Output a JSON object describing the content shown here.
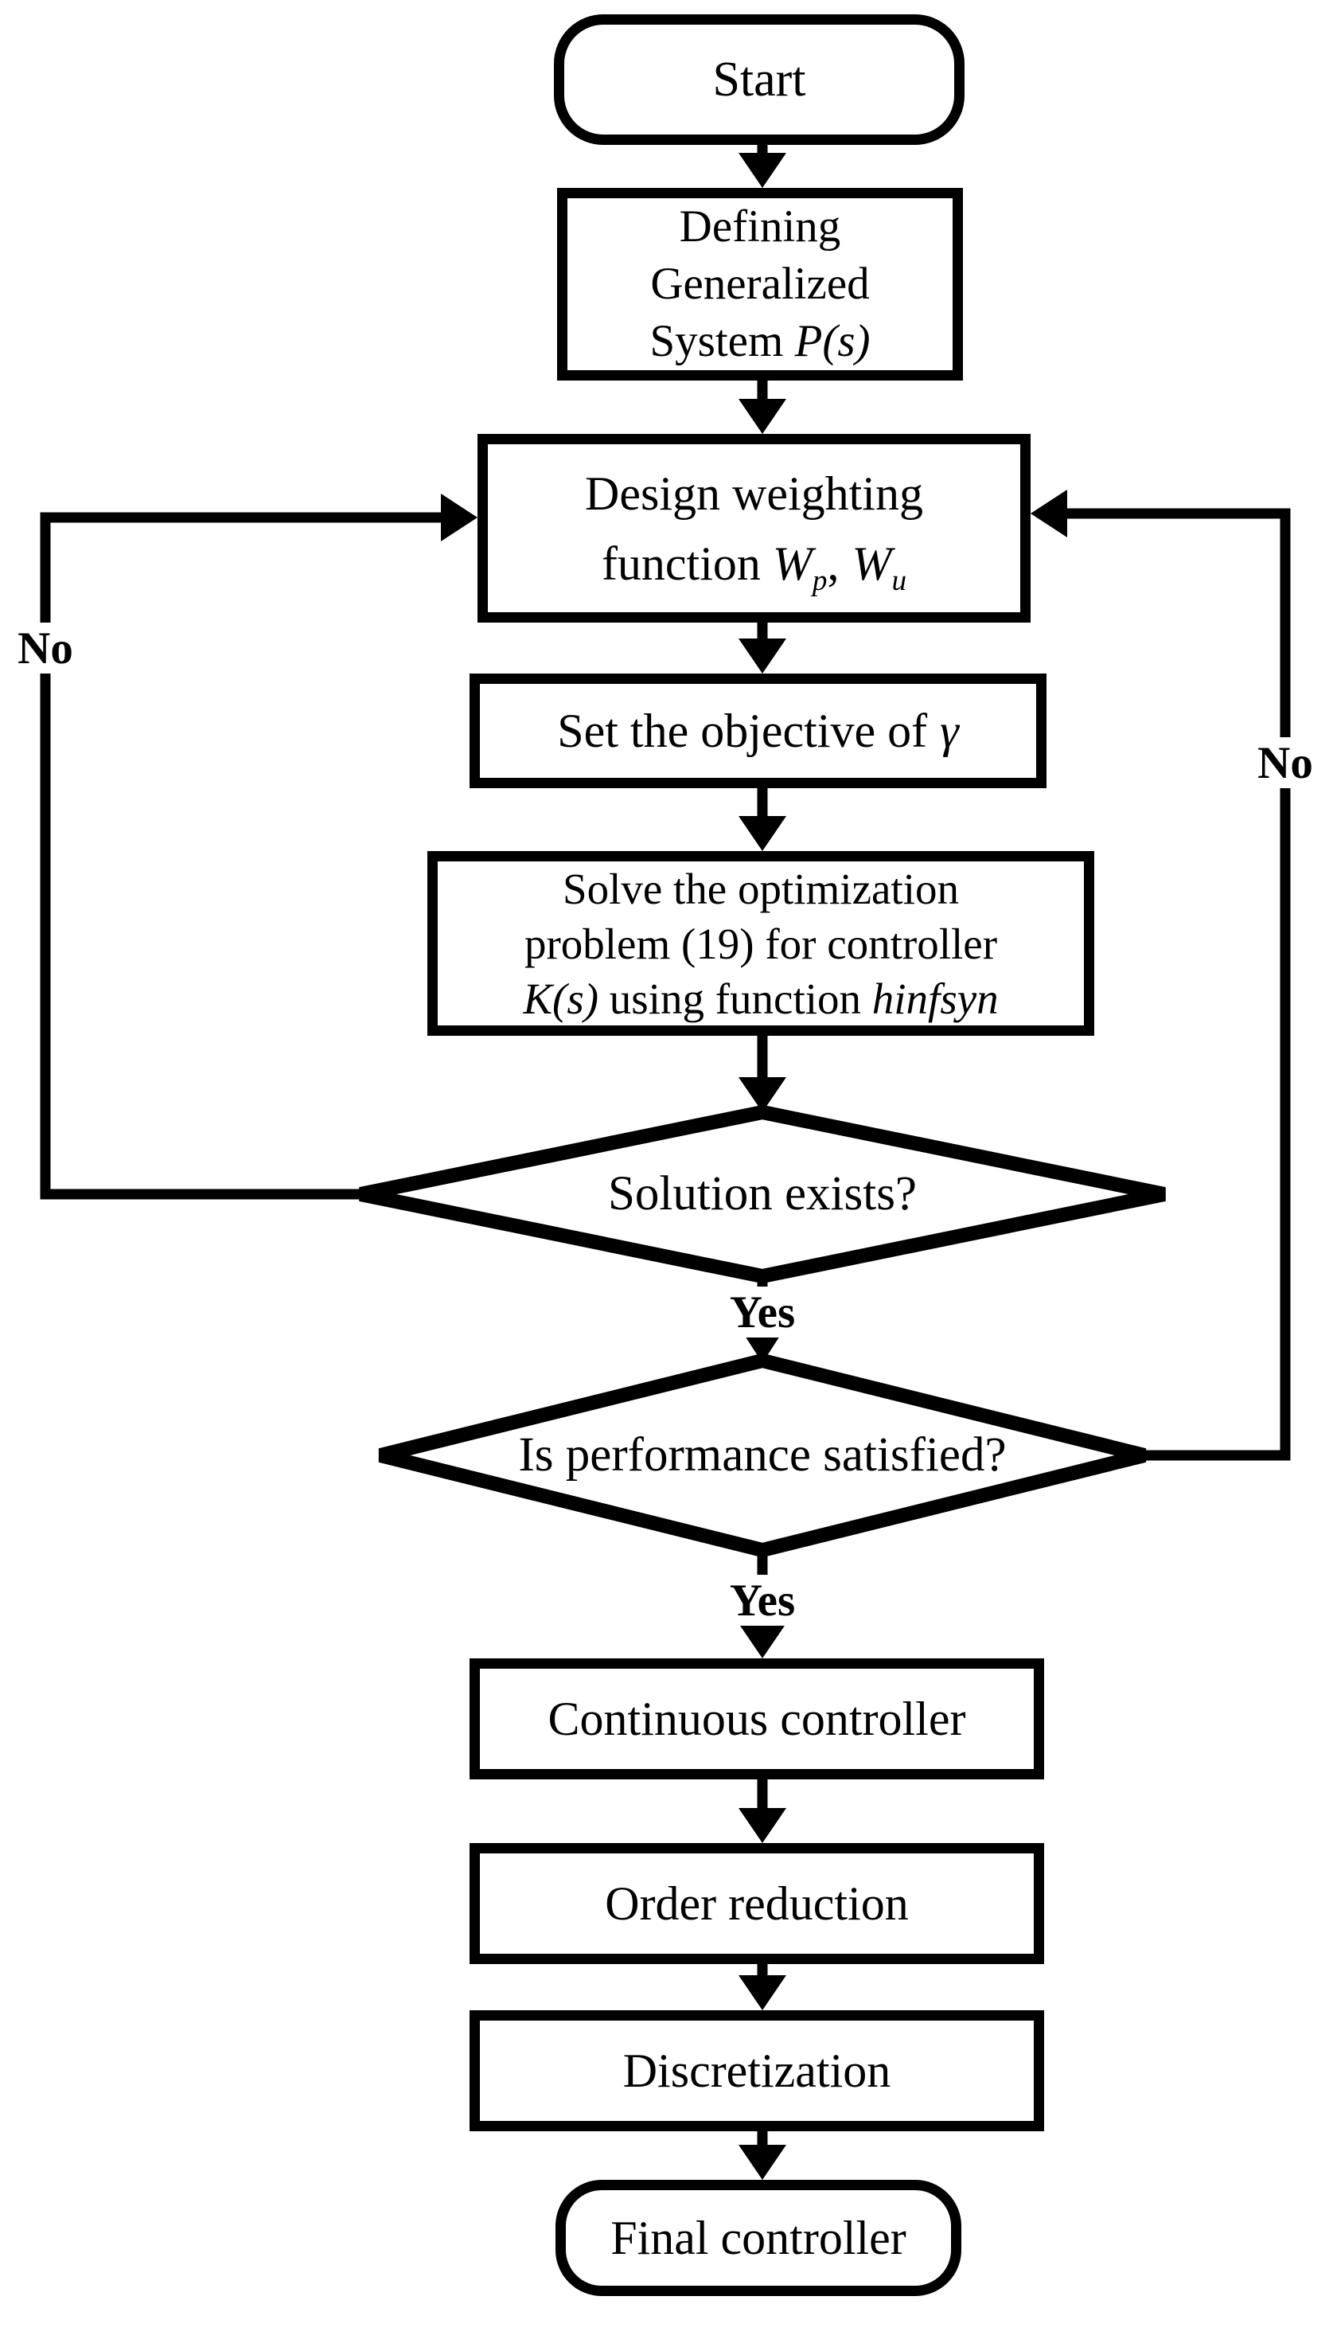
{
  "flowchart": {
    "title_hint": "controller design flowchart",
    "colors": {
      "ink": "#000000",
      "background": "#ffffff"
    },
    "start": {
      "label": "Start"
    },
    "define": {
      "line1": "Defining",
      "line2": "Generalized",
      "line3_pre": "System ",
      "line3_it": "P(s)"
    },
    "design": {
      "line1": "Design weighting",
      "line2_pre": "function ",
      "w1": "W",
      "w1_sub": "p",
      "comma": ",",
      "w2": "W",
      "w2_sub": "u"
    },
    "objective": {
      "pre": "Set the objective of",
      "gamma": "γ"
    },
    "solve": {
      "line1": "Solve the optimization",
      "line2": "problem (19) for controller",
      "line3_it1": "K(s)",
      "line3_mid": " using function ",
      "line3_it2": "hinfsyn"
    },
    "decision1": {
      "label": "Solution exists?",
      "yes": "Yes",
      "no": "No"
    },
    "decision2": {
      "label": "Is performance satisfied?",
      "yes": "Yes",
      "no": "No"
    },
    "continuous": {
      "label": "Continuous controller"
    },
    "order": {
      "label": "Order reduction"
    },
    "discretization": {
      "label": "Discretization"
    },
    "final": {
      "label": "Final controller"
    }
  }
}
